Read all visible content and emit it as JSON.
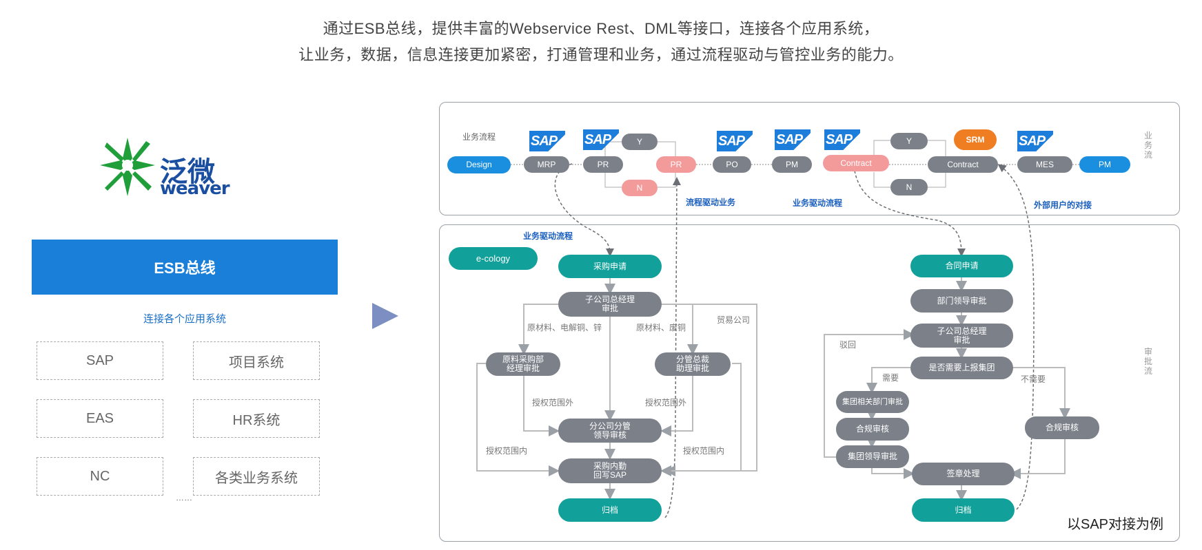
{
  "header": {
    "line1": "通过ESB总线，提供丰富的Webservice Rest、DML等接口，连接各个应用系统，",
    "line2": "让业务，数据，信息连接更加紧密，打通管理和业务，通过流程驱动与管控业务的能力。"
  },
  "logo": {
    "cn": "泛微",
    "en": "weaver"
  },
  "left": {
    "esb_title": "ESB总线",
    "connect_label": "连接各个应用系统",
    "systems": [
      "SAP",
      "项目系统",
      "EAS",
      "HR系统",
      "NC",
      "各类业务系统"
    ],
    "ellipsis": "……"
  },
  "top_panel": {
    "flow_label": "业务流程",
    "sap_text": "SAP",
    "side_label": "业\n务\n流",
    "nodes": {
      "design": "Design",
      "mrp": "MRP",
      "pr1": "PR",
      "y1": "Y",
      "n1": "N",
      "pr2": "PR",
      "po": "PO",
      "pm1": "PM",
      "contract1": "Contract",
      "y2": "Y",
      "n2": "N",
      "srm": "SRM",
      "contract2": "Contract",
      "mes": "MES",
      "pm2": "PM"
    },
    "captions": {
      "flow_drive": "流程驱动业务",
      "biz_drive": "业务驱动流程",
      "external": "外部用户的对接"
    }
  },
  "bottom_panel": {
    "title": "业务驱动流程",
    "ecology": "e-cology",
    "side_label": "审\n批\n流",
    "footer_note": "以SAP对接为例",
    "left_flow": {
      "apply": "采购申请",
      "sub_gm": "子公司总经理\n审批",
      "raw_mgr": "原料采购部\n经理审批",
      "vp": "分管总裁\n助理审批",
      "branch_lead": "分公司分管\n领导审核",
      "internal": "采购内勤\n回写SAP",
      "archive": "归档",
      "lbl_raw1": "原材料、电解铜、锌",
      "lbl_raw2": "原材料、废铜",
      "lbl_trade": "贸易公司",
      "lbl_out1": "授权范围外",
      "lbl_out2": "授权范围外",
      "lbl_in1": "授权范围内",
      "lbl_in2": "授权范围内"
    },
    "right_flow": {
      "contract_apply": "合同申请",
      "dept_lead": "部门领导审批",
      "sub_gm": "子公司总经理\n审批",
      "report_group": "是否需要上报集团",
      "group_dept": "集团相关部门审批",
      "compliance1": "合规审核",
      "group_lead": "集团领导审批",
      "compliance2": "合规审核",
      "seal": "签章处理",
      "archive": "归档",
      "lbl_reject": "驳回",
      "lbl_need": "需要",
      "lbl_noneed": "不需要"
    }
  }
}
